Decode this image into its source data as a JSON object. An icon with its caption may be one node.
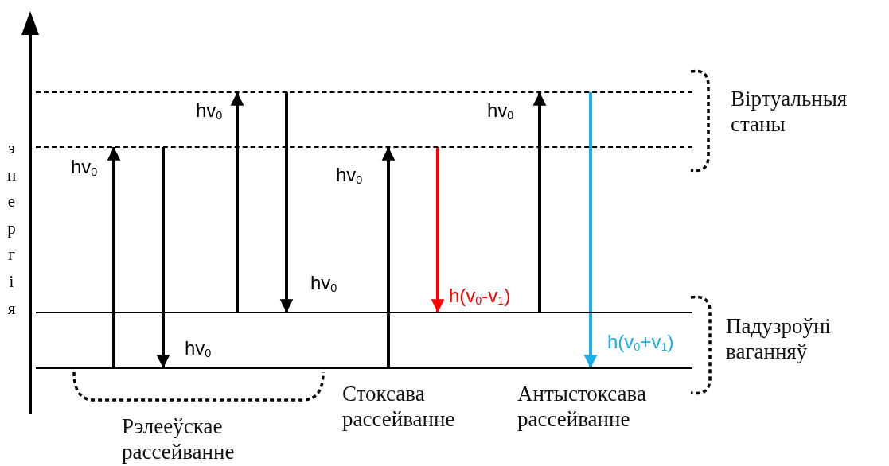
{
  "diagram": {
    "nodes": [
      {
        "text": [],
        "shape": "line"
      },
      {
        "text": [],
        "shape": "line"
      },
      {
        "text": [],
        "shape": "line"
      },
      {
        "text": [],
        "shape": "line"
      }
    ],
    "edges": [
      {
        "from": 3,
        "to": 1,
        "arrow": "to",
        "label": "hv$_{0}$"
      },
      {
        "from": 1,
        "to": 3,
        "arrow": "to",
        "label": "hv$_{0}$"
      },
      {
        "from": 2,
        "to": 0,
        "arrow": "to",
        "label": "hv$_{0}$"
      },
      {
        "from": 0,
        "to": 2,
        "arrow": "to",
        "label": "hv$_{0}$"
      },
      {
        "from": 3,
        "to": 1,
        "arrow": "to",
        "label": "hv$_{0}$"
      },
      {
        "from": 1,
        "to": 2,
        "arrow": "to",
        "label": "h(v$_{0}$-v$_{1}$)",
        "color": "#ff0000"
      },
      {
        "from": 2,
        "to": 0,
        "arrow": "to",
        "label": "hv$_{0}$"
      },
      {
        "from": 0,
        "to": 3,
        "arrow": "to",
        "label": "h(v$_{0}$+v$_{1}$)",
        "color": "#1ab0ea"
      }
    ],
    "labels": [
      "энергія",
      "Віртуальныя станы",
      "Падузроўні ваганняў",
      "Стоксава рассейванне",
      "Антыстоксава рассейванне",
      "Рэлееўскае рассейванне"
    ]
  }
}
